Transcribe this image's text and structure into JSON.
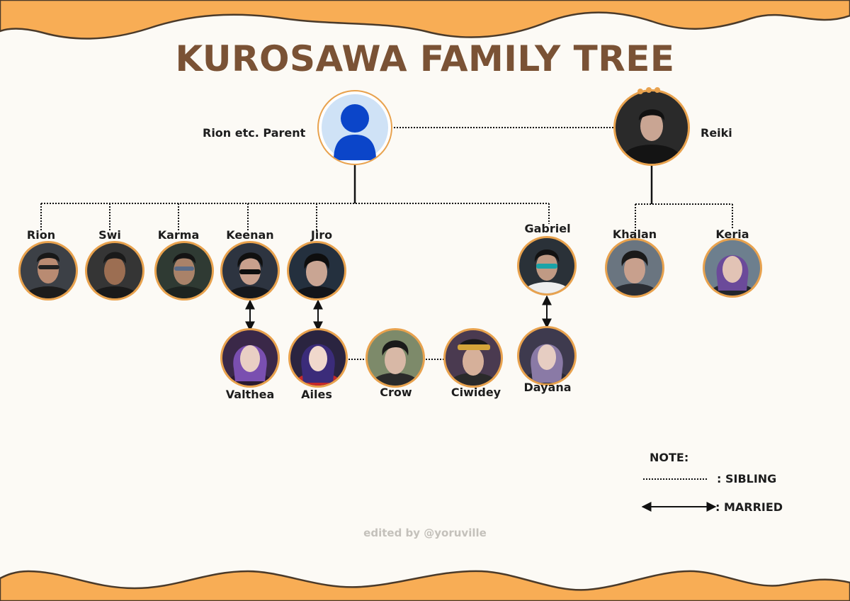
{
  "title": "KUROSAWA FAMILY TREE",
  "credit": "edited by @yoruville",
  "colors": {
    "wave": "#f8ad55",
    "wave_outline": "#4a3a2a",
    "title": "#7a5235",
    "avatar_border": "#e8a24e",
    "background": "#fcfaf5"
  },
  "people": {
    "parent": "Rion etc. Parent",
    "reiki": "Reiki",
    "rion": "Rion",
    "swi": "Swi",
    "karma": "Karma",
    "keenan": "Keenan",
    "jiro": "Jiro",
    "gabriel": "Gabriel",
    "khalan": "Khalan",
    "keria": "Keria",
    "valthea": "Valthea",
    "ailes": "Ailes",
    "crow": "Crow",
    "ciwidey": "Ciwidey",
    "dayana": "Dayana"
  },
  "legend": {
    "title": "NOTE:",
    "sibling": ": SIBLING",
    "married": ": MARRIED"
  }
}
